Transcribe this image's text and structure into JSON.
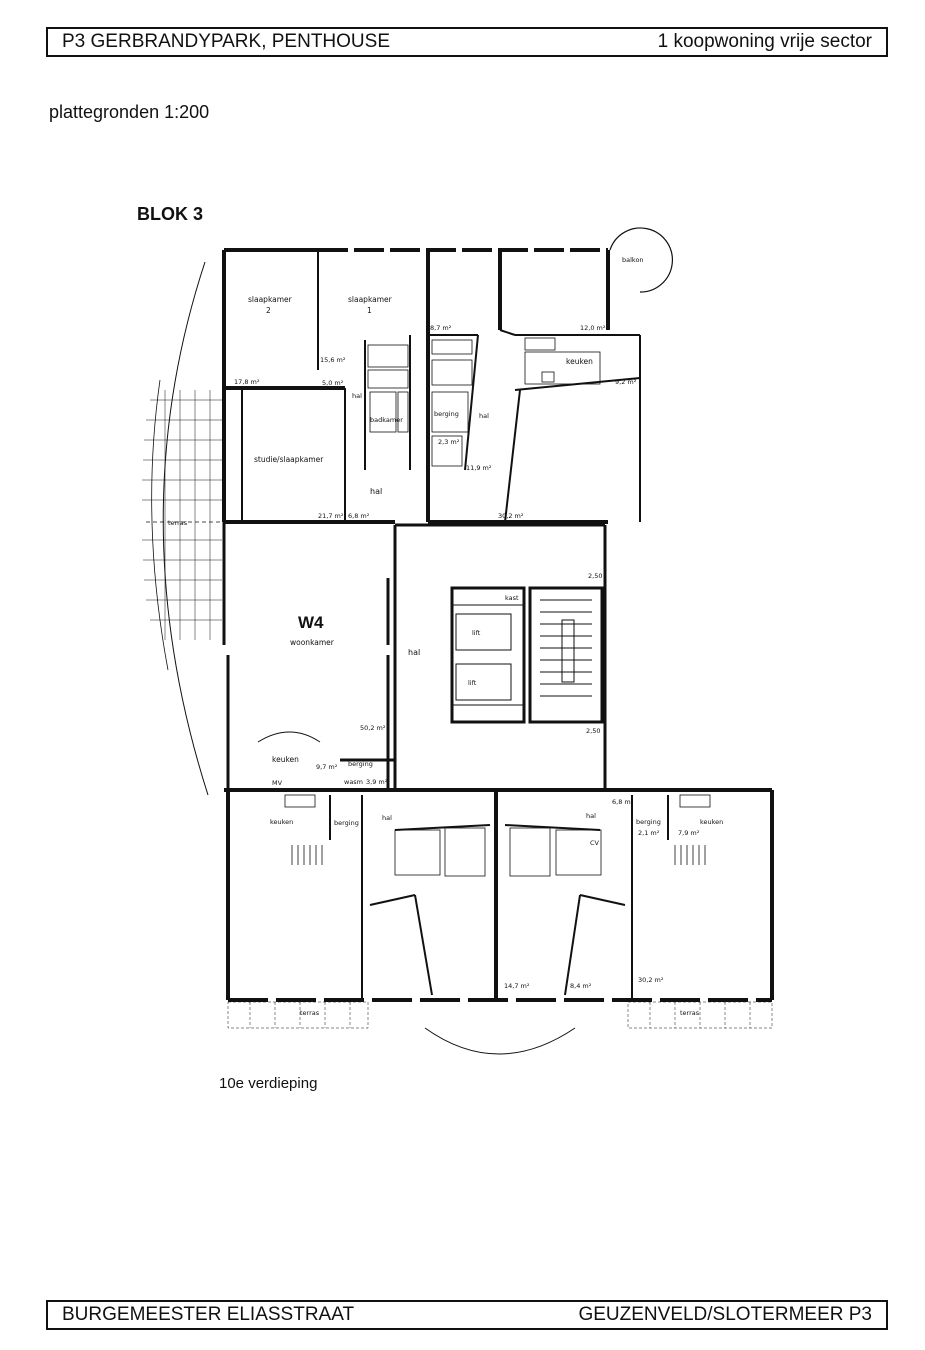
{
  "header": {
    "title": "P3 GERBRANDYPARK, PENTHOUSE",
    "subtitle": "1 koopwoning vrije sector"
  },
  "scale_label": "plattegronden 1:200",
  "block_label": "BLOK 3",
  "floor_label": "10e verdieping",
  "footer": {
    "street": "BURGEMEESTER ELIASSTRAAT",
    "district": "GEUZENVELD/SLOTERMEER P3"
  },
  "plan": {
    "unit": "W4",
    "rooms": {
      "balkon": "balkon",
      "slaapkamer2": "slaapkamer",
      "slaapkamer2_nr": "2",
      "slaapkamer1": "slaapkamer",
      "slaapkamer1_nr": "1",
      "studie": "studie/slaapkamer",
      "hal_top": "hal",
      "hal_upper_left": "hal",
      "hal_upper_right": "hal",
      "keuken_top": "keuken",
      "woonkamer": "woonkamer",
      "hal_center": "hal",
      "keuken_w4": "keuken",
      "berging_w4": "berging",
      "terras_left": "terras",
      "keuken_bl": "keuken",
      "berging_bl": "berging",
      "hal_bl": "hal",
      "hal_br": "hal",
      "berging_br": "berging",
      "keuken_br": "keuken",
      "terras_bl": "terras",
      "terras_br": "terras",
      "lift1": "lift",
      "lift2": "lift",
      "kast": "kast",
      "berging_top": "berging",
      "badkamer": "badkamer"
    },
    "areas": {
      "a1": "8,7 m²",
      "a2": "12,0 m²",
      "a3": "15,6 m²",
      "a4": "5,0 m²",
      "a5": "17,8 m²",
      "a6": "9,2 m²",
      "a7": "21,7 m²",
      "a8": "6,8 m²",
      "a9": "30,2 m²",
      "a10": "11,9 m²",
      "a11": "2,3 m²",
      "a12": "50,2 m²",
      "a13": "9,7 m²",
      "a14": "3,9 m²",
      "a15": "6,8 m²",
      "a16": "2,1 m²",
      "a17": "7,9 m²",
      "a18": "14,7 m²",
      "a19": "8,4 m²",
      "a20": "30,2 m²"
    },
    "marks": {
      "mv": "MV",
      "cv": "CV",
      "wasm": "wasm",
      "dim1": "2,50",
      "dim2": "2,50"
    }
  }
}
